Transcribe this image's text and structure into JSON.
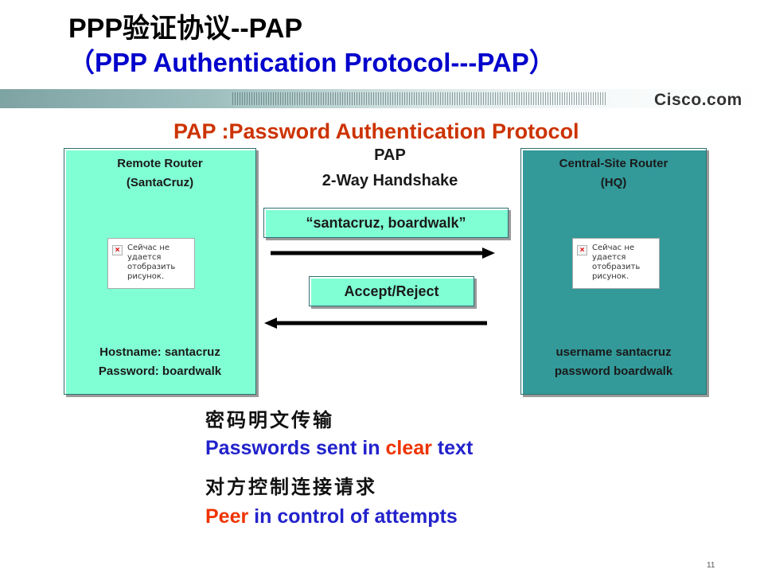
{
  "header": {
    "title_line1": "PPP验证协议--PAP",
    "title_line2": "（PPP Authentication Protocol---PAP）",
    "brand": "Cisco.com"
  },
  "subtitle": "PAP :Password Authentication Protocol",
  "handshake": {
    "line1": "PAP",
    "line2": "2-Way Handshake",
    "request_message": "“santacruz, boardwalk”",
    "response_message": "Accept/Reject"
  },
  "remote_router": {
    "name": "Remote Router",
    "subname": "(SantaCruz)",
    "config_line1": "Hostname: santacruz",
    "config_line2": "Password: boardwalk",
    "image_placeholder": "Сейчас не\nудается\nотобразить\nрисунок."
  },
  "central_router": {
    "name": "Central-Site Router",
    "subname": "(HQ)",
    "config_line1": "username santacruz",
    "config_line2": "password boardwalk",
    "image_placeholder": "Сейчас не\nудается\nотобразить\nрисунок."
  },
  "bullets": {
    "line1_zh": "密码明文传输",
    "line2_a": "Passwords sent in ",
    "line2_b": "clear",
    "line2_c": " text",
    "line3_zh": "对方控制连接请求",
    "line4_a": "Peer",
    "line4_b": " in control of attempts"
  },
  "page_number": "11",
  "colors": {
    "title_blue": "#0000cc",
    "subtitle_orange": "#cc3300",
    "remote_fill": "#80ffd4",
    "central_fill": "#339999",
    "bullet_blue": "#2222cc",
    "bullet_red": "#ee3300"
  },
  "icons": {
    "broken_image": "broken-image-icon",
    "arrow_right": "arrow-right-icon",
    "arrow_left": "arrow-left-icon"
  }
}
